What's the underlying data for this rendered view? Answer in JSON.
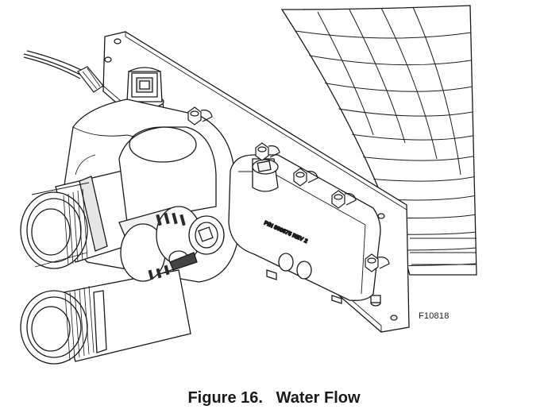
{
  "figure": {
    "number_label": "Figure 16.",
    "title": "Water Flow",
    "id": "F10818",
    "part_marking": "P/N 800875 REV 2"
  },
  "colors": {
    "line": "#1a1a1a",
    "fill": "#ffffff",
    "shade": "#d9d9d9"
  }
}
